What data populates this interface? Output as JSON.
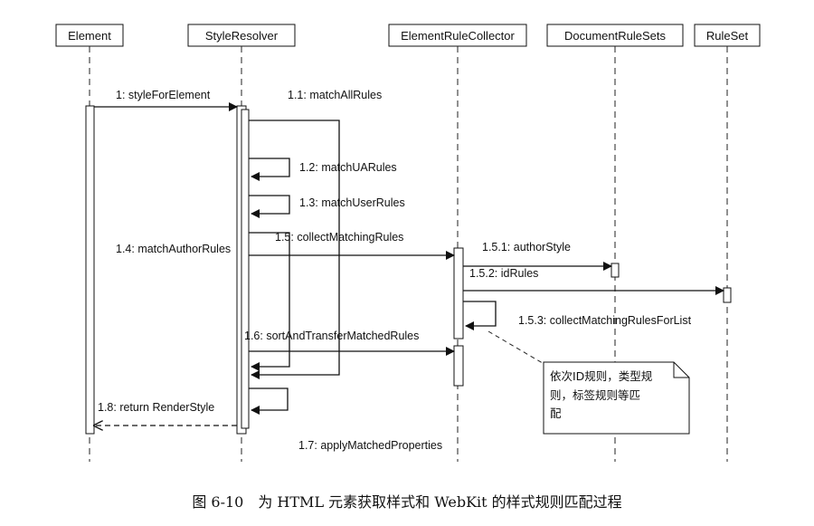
{
  "lifelines": [
    {
      "id": "element",
      "label": "Element"
    },
    {
      "id": "styleresolver",
      "label": "StyleResolver"
    },
    {
      "id": "elementrulecollector",
      "label": "ElementRuleCollector"
    },
    {
      "id": "documentrulesets",
      "label": "DocumentRuleSets"
    },
    {
      "id": "ruleset",
      "label": "RuleSet"
    }
  ],
  "messages": [
    {
      "id": "m1",
      "label": "1: styleForElement"
    },
    {
      "id": "m11",
      "label": "1.1: matchAllRules"
    },
    {
      "id": "m12",
      "label": "1.2: matchUARules"
    },
    {
      "id": "m13",
      "label": "1.3: matchUserRules"
    },
    {
      "id": "m14",
      "label": "1.4: matchAuthorRules"
    },
    {
      "id": "m15",
      "label": "1.5: collectMatchingRules"
    },
    {
      "id": "m151",
      "label": "1.5.1: authorStyle"
    },
    {
      "id": "m152",
      "label": "1.5.2: idRules"
    },
    {
      "id": "m153",
      "label": "1.5.3: collectMatchingRulesForList"
    },
    {
      "id": "m16",
      "label": "1.6: sortAndTransferMatchedRules"
    },
    {
      "id": "m18",
      "label": "1.8: return RenderStyle"
    },
    {
      "id": "m17",
      "label": "1.7: applyMatchedProperties"
    }
  ],
  "note": {
    "lines": [
      "依次ID规则，类型规",
      "则，标签规则等匹",
      "配"
    ]
  },
  "caption": "图 6-10　为 HTML 元素获取样式和 WebKit 的样式规则匹配过程"
}
